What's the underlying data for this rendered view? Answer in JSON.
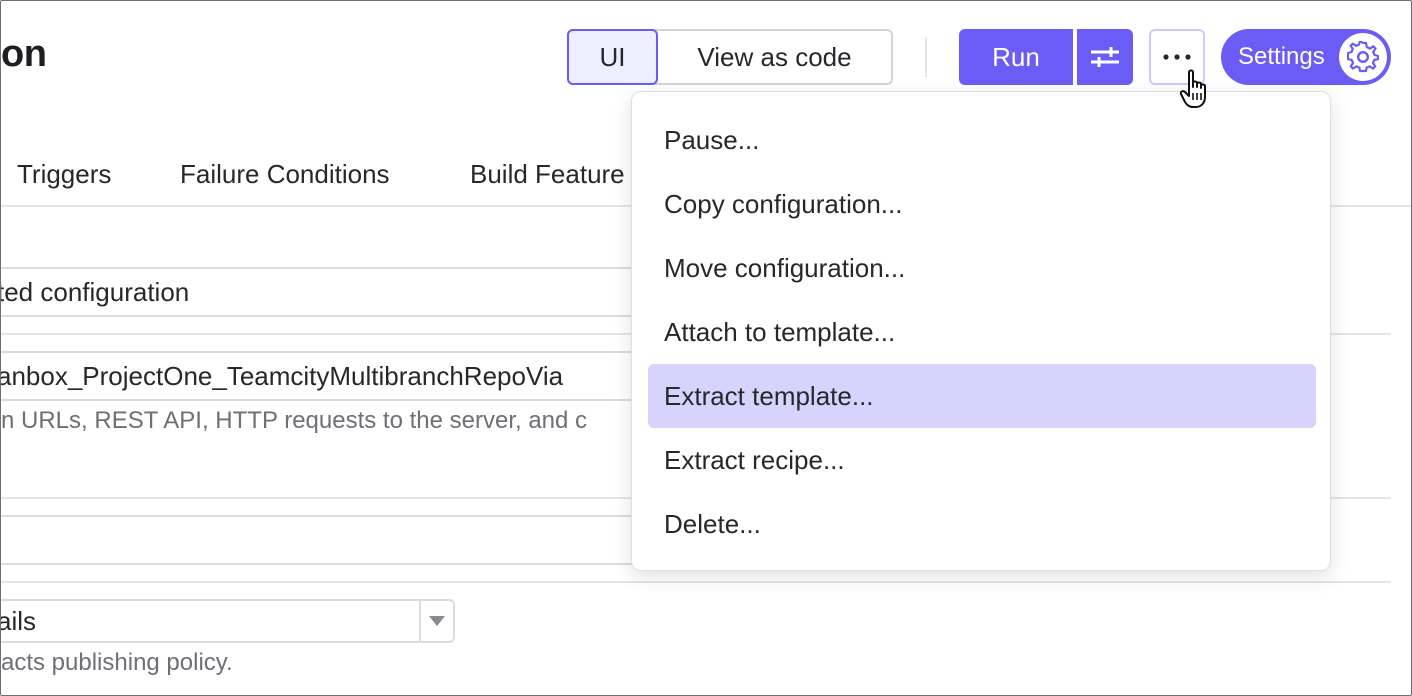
{
  "header": {
    "title_fragment": "on",
    "view_toggle": {
      "ui_label": "UI",
      "code_label": "View as code",
      "selected": "UI"
    },
    "run_label": "Run",
    "settings_label": "Settings"
  },
  "tabs": [
    "Triggers",
    "Failure Conditions",
    "Build Feature"
  ],
  "form": {
    "field1_value": "ted configuration",
    "field2_value": "anbox_ProjectOne_TeamcityMultibranchRepoVia",
    "field2_hint": "n URLs, REST API, HTTP requests to the server, and c",
    "select_value": "ails",
    "select_hint": "acts publishing policy."
  },
  "menu": {
    "items": [
      {
        "label": "Pause..."
      },
      {
        "label": "Copy configuration..."
      },
      {
        "label": "Move configuration..."
      },
      {
        "label": "Attach to template..."
      },
      {
        "label": "Extract template..."
      },
      {
        "label": "Extract recipe..."
      },
      {
        "label": "Delete..."
      }
    ],
    "highlighted": "Extract template..."
  },
  "colors": {
    "accent": "#6b5cf5",
    "highlight": "#d8d3fd",
    "selected_toggle_bg": "#eeeeff"
  },
  "icons": [
    "run-options-icon",
    "more-dots-icon",
    "gear-icon",
    "chevron-down-icon",
    "hand-pointer-cursor"
  ]
}
